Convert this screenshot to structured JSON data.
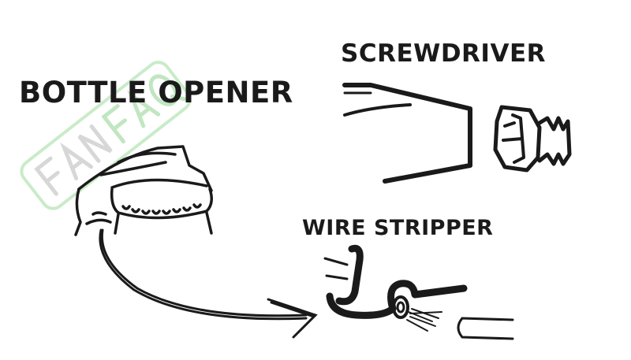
{
  "labels": {
    "bottle_opener": "BOTTLE OPENER",
    "screwdriver": "SCREWDRIVER",
    "wire_stripper": "WIRE STRIPPER"
  },
  "watermark": {
    "text": "FAN FAQ",
    "colors": [
      "#8fd38f",
      "#bdbdbd"
    ]
  },
  "colors": {
    "ink": "#1a1a1a",
    "background": "#ffffff"
  },
  "icons": [
    "bottle-cap-illustration",
    "screwdriver-tip-illustration",
    "screw-illustration",
    "wire-stripper-illustration",
    "curved-arrow"
  ]
}
